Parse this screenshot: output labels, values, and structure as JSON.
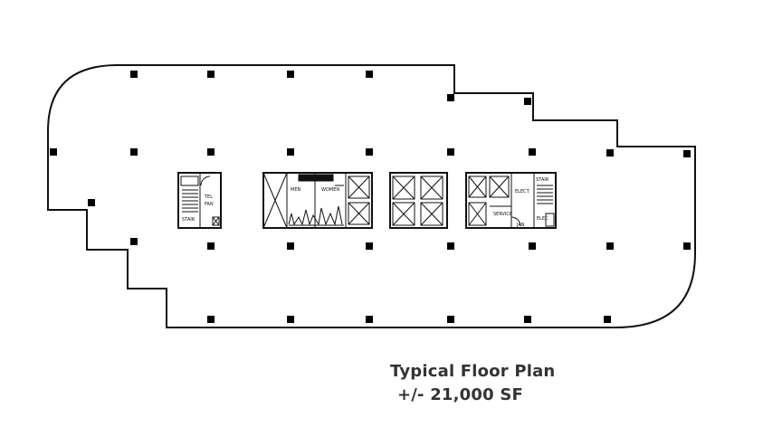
{
  "caption": {
    "title": "Typical Floor Plan",
    "area": "+/- 21,000 SF"
  },
  "rooms": {
    "tel": "TEL",
    "fan": "FAN",
    "stair_1": "STAIR",
    "stair_2": "STAIR",
    "men": "MEN",
    "women": "WOMEN",
    "elect": "ELECT.",
    "service": "SERVICE",
    "jan": "JAN",
    "elec": "ELEC"
  },
  "colors": {
    "wall": "#111111",
    "column": "#000000",
    "caption": "#333333"
  }
}
